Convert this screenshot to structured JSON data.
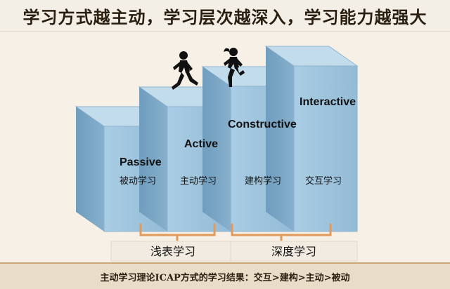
{
  "title": "学习方式越主动，学习层次越深入，学习能力越强大",
  "levels": [
    {
      "en": "Passive",
      "cn": "被动学习"
    },
    {
      "en": "Active",
      "cn": "主动学习"
    },
    {
      "en": "Constructive",
      "cn": "建构学习"
    },
    {
      "en": "Interactive",
      "cn": "交互学习"
    }
  ],
  "groups": {
    "shallow": "浅表学习",
    "deep": "深度学习"
  },
  "footer": "主动学习理论ICAP方式的学习结果：交互>建构>主动>被动",
  "colors": {
    "block_front": "#9cc3dc",
    "block_side": "#7aa6c4",
    "block_top": "#bcd8ea",
    "bracket": "#e29a5c"
  }
}
